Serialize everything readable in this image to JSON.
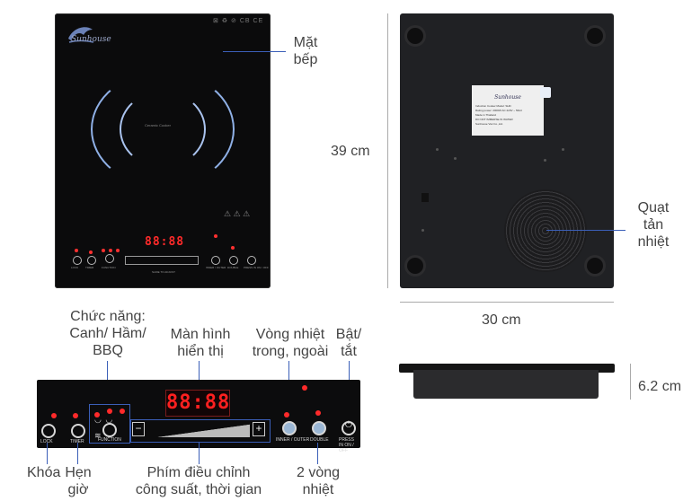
{
  "cooktop": {
    "brand": "Sunhouse",
    "cert_marks": "⊠ ♻ ⊘ CB CE",
    "center_label": "Ceramic Cooker",
    "display": "88:88",
    "warning_marks": "⚠ ⚠ ⚠",
    "small_captions": {
      "lock": "LOCK",
      "timer": "TIMER",
      "function": "FUNCTION",
      "slide": "SLIDE TO ADJUST",
      "inner": "INNER / OUTER",
      "double": "DOUBLE",
      "power": "PRESS IN ON / OFF"
    }
  },
  "labels": {
    "mat_bep": [
      "Mặt",
      "bếp"
    ],
    "height": "39 cm",
    "fan": [
      "Quạt",
      "tản",
      "nhiệt"
    ],
    "width": "30 cm",
    "function": [
      "Chức năng:",
      "Canh/ Hầm/",
      "BBQ"
    ],
    "display": [
      "Màn hình",
      "hiển thị"
    ],
    "rings": [
      "Vòng nhiệt",
      "trong, ngoài"
    ],
    "power": [
      "Bật/",
      "tắt"
    ],
    "depth": "6.2 cm",
    "lock": "Khóa",
    "timer": [
      "Hẹn",
      "giờ"
    ],
    "adjust": [
      "Phím điều chỉnh",
      "công suất, thời gian"
    ],
    "double": [
      "2 vòng",
      "nhiệt"
    ]
  },
  "sticker": {
    "brand": "Sunhouse",
    "lines": [
      "Induction Cooker   Model: SHD",
      "Rating power: 2000W   AC 220V ~ 50Hz",
      "Made in Thailand",
      "DO NOT IMMERSE IN WATER",
      "Sunhouse Viet Co.,Ltd."
    ]
  },
  "panel": {
    "display": "88:88",
    "lock": "LOCK",
    "timer": "TIMER",
    "function": "FUNCTION",
    "inner": "INNER / OUTER",
    "double": "DOUBLE",
    "power": "PRESS IN ON / OFF",
    "minus": "−",
    "plus": "+"
  }
}
